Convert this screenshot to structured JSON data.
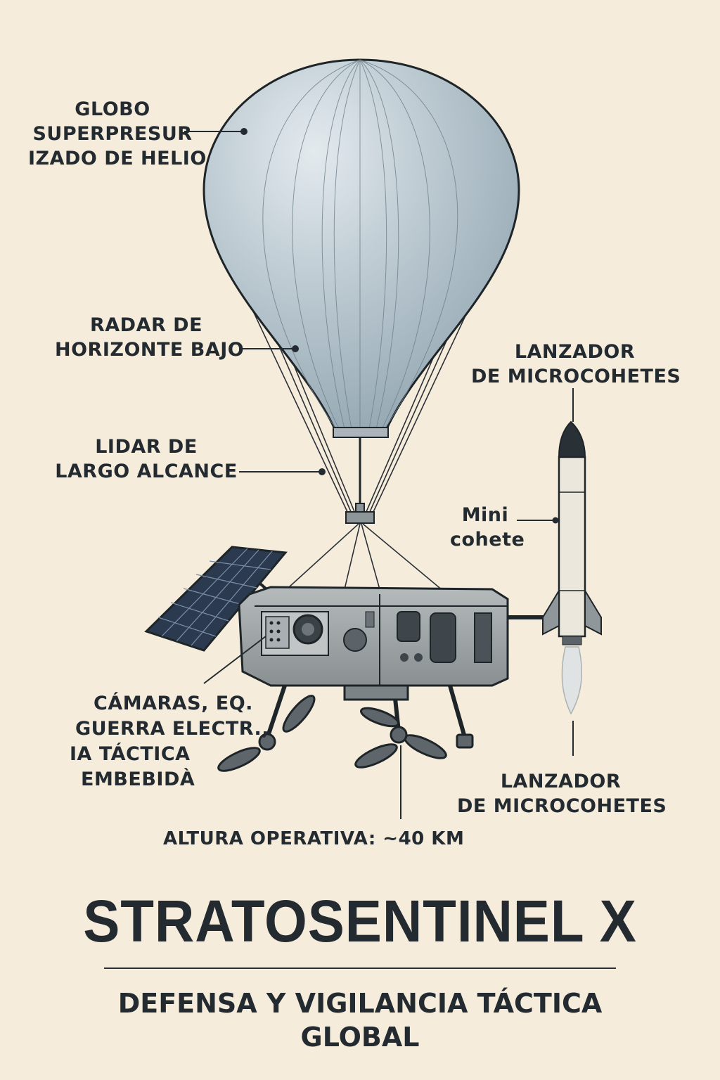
{
  "labels": {
    "balloon": [
      "GLOBO",
      "SUPERPRESUR",
      "IZADO DE HELIO"
    ],
    "radar": [
      "RADAR DE",
      "HORIZONTE BAJO"
    ],
    "lidar": [
      "LIDAR DE",
      "LARGO ALCANCE"
    ],
    "launcher_top": [
      "LANZADOR",
      "DE MICROCOHETES"
    ],
    "mini_rocket": [
      "Mini",
      "cohete"
    ],
    "payload": [
      "CÁMARAS, EQ.",
      "GUERRA ELECTR.,",
      "IA TÁCTICA",
      "EMBEBIDÀ"
    ],
    "launcher_bottom": [
      "LANZADOR",
      "DE MICROCOHETES"
    ],
    "altitude": "ALTURA OPERATIVA: ~40 KM"
  },
  "title": "STRATOSENTINEL X",
  "subtitle": [
    "DEFENSA Y VIGILANCIA TÁCTICA",
    "GLOBAL"
  ],
  "colors": {
    "background": "#f6ecdc",
    "ink": "#232b31",
    "balloon": "#b4c3cc",
    "payload": "#9ea4a6"
  }
}
